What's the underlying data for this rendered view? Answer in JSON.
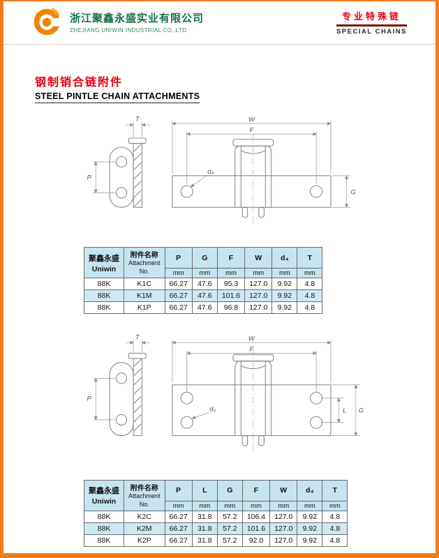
{
  "header": {
    "company_cn": "浙江聚鑫永盛实业有限公司",
    "company_en": "ZHEJIANG UNIWIN  INDUSTRIAL CO.,LTD",
    "tagline_cn": "专业特殊链",
    "tagline_en": "SPECIAL CHAINS"
  },
  "section": {
    "title_cn": "钢制销合链附件",
    "title_en": "STEEL PINTLE CHAIN ATTACHMENTS"
  },
  "drawings": [
    {
      "labels": {
        "w": "W",
        "f": "F",
        "g": "G",
        "t": "T",
        "p": "P",
        "d4": "d₄"
      }
    },
    {
      "labels": {
        "w": "W",
        "f": "F",
        "l": "L",
        "g": "G",
        "t": "T",
        "p": "P",
        "d4": "d₄"
      }
    }
  ],
  "tables": [
    {
      "brand_cn": "聚鑫永盛",
      "brand_en": "Uniwin",
      "attachment_header": [
        "附件名称",
        "Attachment",
        "No."
      ],
      "columns": [
        "P",
        "G",
        "F",
        "W",
        "d₄",
        "T"
      ],
      "units": [
        "mm",
        "mm",
        "mm",
        "mm",
        "mm",
        "mm"
      ],
      "rows": [
        [
          "88K",
          "K1C",
          "66.27",
          "47.6",
          "95.3",
          "127.0",
          "9.92",
          "4.8"
        ],
        [
          "88K",
          "K1M",
          "66.27",
          "47.6",
          "101.6",
          "127.0",
          "9.92",
          "4.8"
        ],
        [
          "88K",
          "K1P",
          "66.27",
          "47.6",
          "96.8",
          "127.0",
          "9.92",
          "4.8"
        ]
      ]
    },
    {
      "brand_cn": "聚鑫永盛",
      "brand_en": "Uniwin",
      "attachment_header": [
        "附件名称",
        "Attachment",
        "No."
      ],
      "columns": [
        "P",
        "L",
        "G",
        "F",
        "W",
        "d₄",
        "T"
      ],
      "units": [
        "mm",
        "mm",
        "mm",
        "mm",
        "mm",
        "mm",
        "mm"
      ],
      "rows": [
        [
          "88K",
          "K2C",
          "66.27",
          "31.8",
          "57.2",
          "106.4",
          "127.0",
          "9.92",
          "4.8"
        ],
        [
          "88K",
          "K2M",
          "66.27",
          "31.8",
          "57.2",
          "101.6",
          "127.0",
          "9.92",
          "4.8"
        ],
        [
          "88K",
          "K2P",
          "66.27",
          "31.8",
          "57.2",
          "92.0",
          "127.0",
          "9.92",
          "4.8"
        ]
      ]
    }
  ]
}
